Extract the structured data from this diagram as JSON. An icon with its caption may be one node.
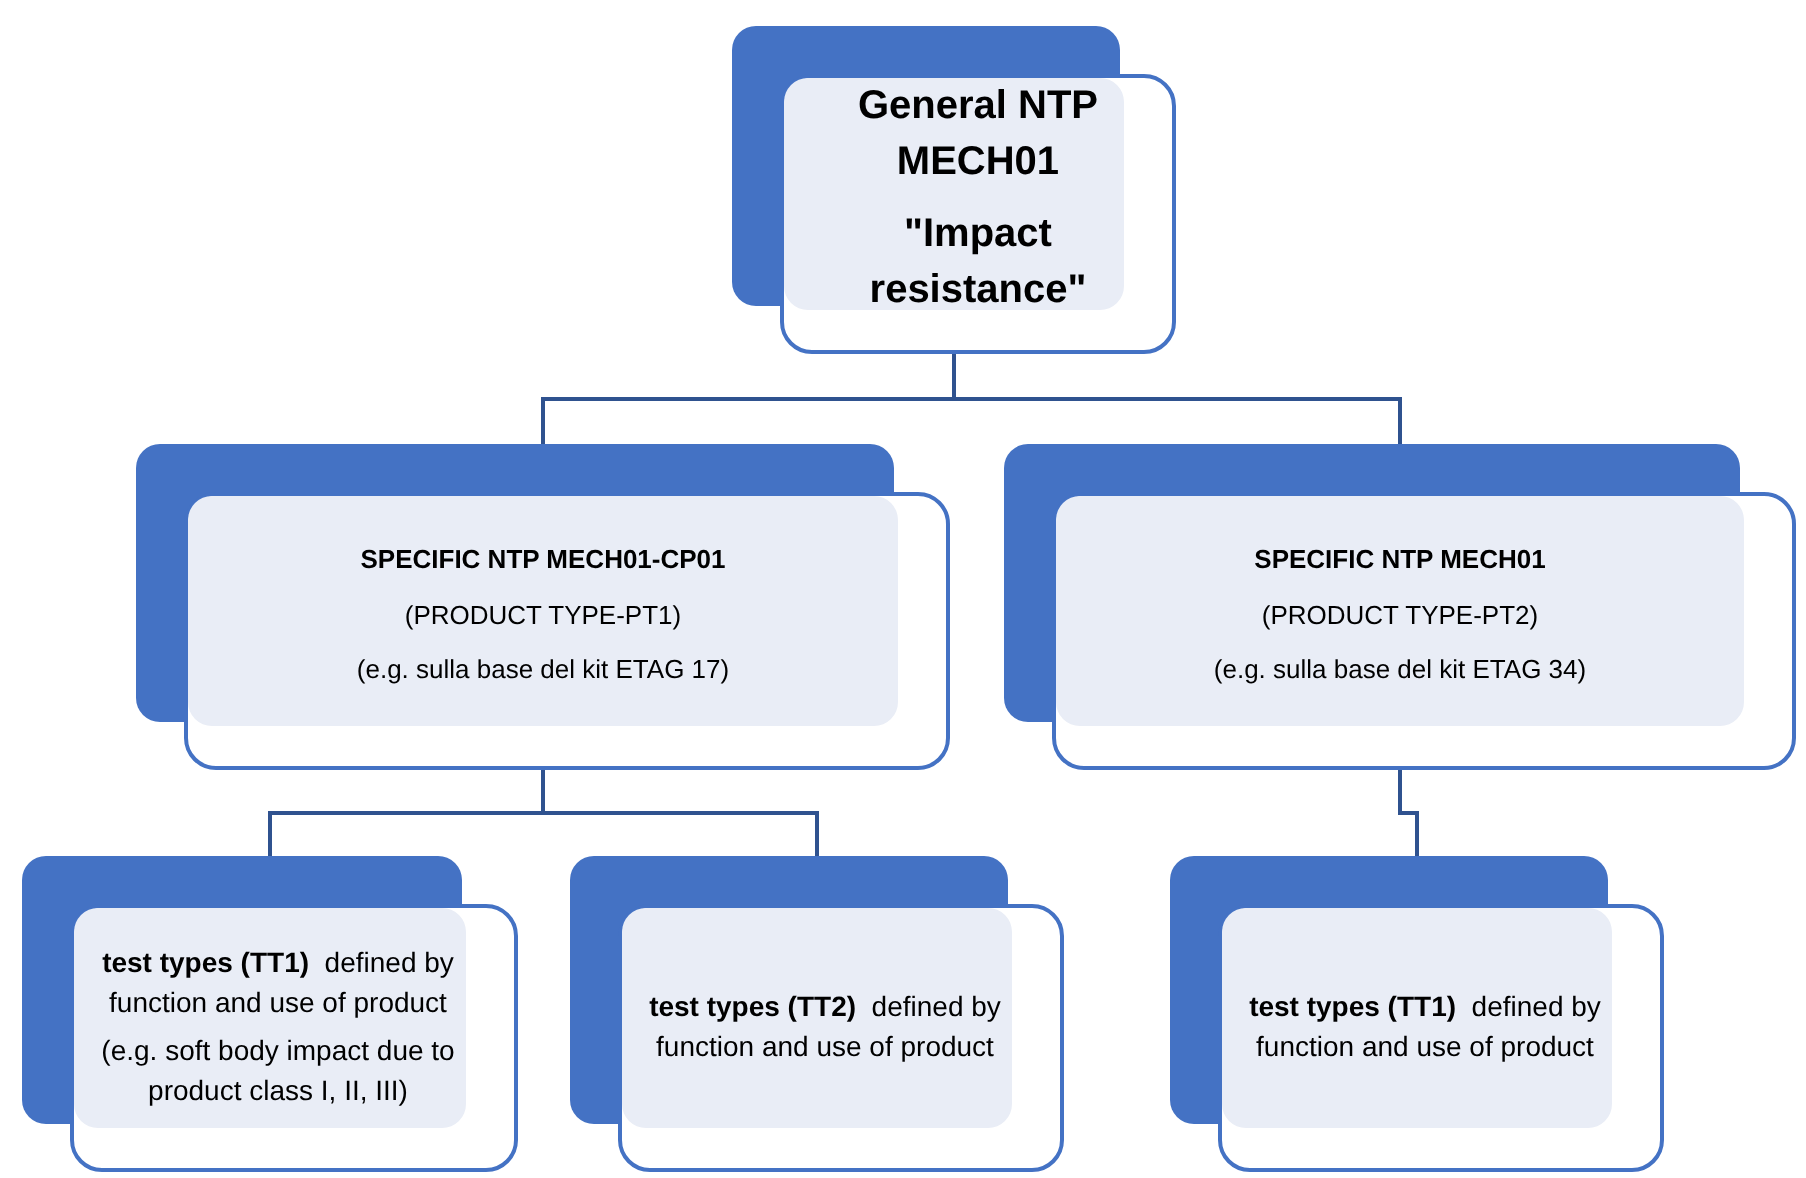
{
  "diagram": {
    "nodes": [
      {
        "text": [
          "General NTP MECH01",
          "\"Impact resistance\""
        ]
      },
      {
        "text": [
          "SPECIFIC NTP MECH01-CP01",
          "(PRODUCT TYPE-PT1)",
          "(e.g. sulla base del kit ETAG 17)"
        ]
      },
      {
        "text": [
          "SPECIFIC NTP MECH01",
          "(PRODUCT TYPE-PT2)",
          "(e.g. sulla base del kit ETAG 34)"
        ]
      },
      {
        "text": [
          "**test types (TT1)**  defined by function and use of product",
          "(e.g. soft body impact due to product class I, II, III)"
        ]
      },
      {
        "text": [
          "**test types (TT2)**  defined by function and use of product"
        ]
      },
      {
        "text": [
          "**test types (TT1)**  defined by function and use of product"
        ]
      }
    ],
    "edges": [
      {
        "from": 0,
        "to": 1,
        "arrow": "none"
      },
      {
        "from": 0,
        "to": 2,
        "arrow": "none"
      },
      {
        "from": 1,
        "to": 3,
        "arrow": "none"
      },
      {
        "from": 1,
        "to": 4,
        "arrow": "none"
      },
      {
        "from": 2,
        "to": 5,
        "arrow": "none"
      }
    ]
  }
}
